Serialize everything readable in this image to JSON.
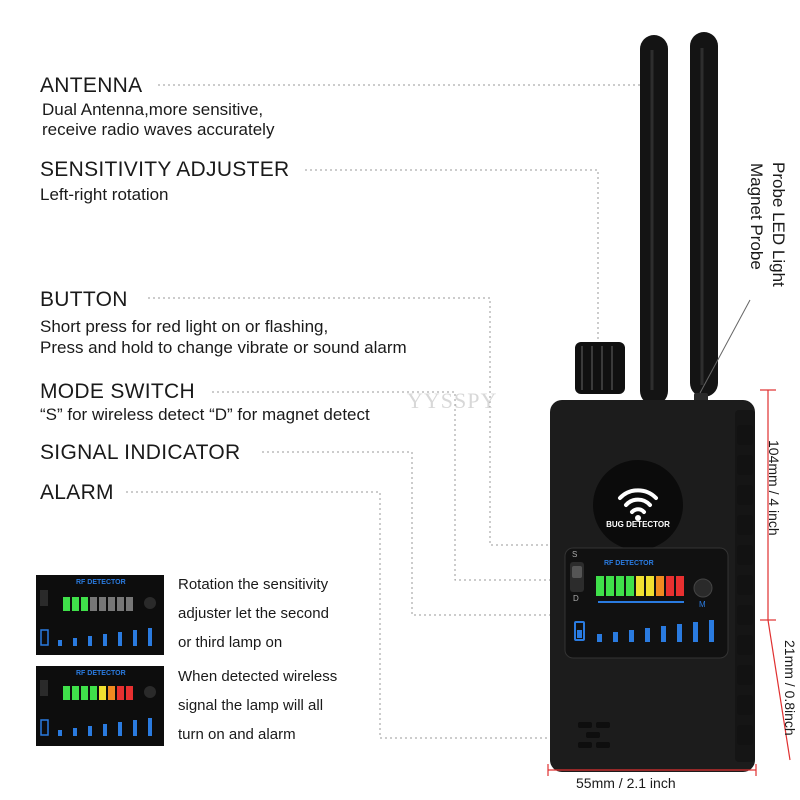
{
  "callouts": {
    "antenna": {
      "title": "ANTENNA",
      "line1": "Dual Antenna,more sensitive,",
      "line2": "receive radio waves accurately"
    },
    "sensitivity": {
      "title": "SENSITIVITY ADJUSTER",
      "line1": "Left-right rotation"
    },
    "button": {
      "title": "BUTTON",
      "line1": "Short press for red light on or flashing,",
      "line2": "Press and hold to change vibrate or sound alarm"
    },
    "mode": {
      "title": "MODE SWITCH",
      "line1": "“S” for wireless detect “D” for magnet detect"
    },
    "signal": {
      "title": "SIGNAL INDICATOR"
    },
    "alarm": {
      "title": "ALARM"
    }
  },
  "side_labels": {
    "magnet": "Magnet Probe",
    "probe_led": "Probe LED Light"
  },
  "watermark": "YYSSPY",
  "device": {
    "logo_text": "BUG DETECTOR",
    "panel_title": "RF DETECTOR",
    "switch_top": "S",
    "switch_bottom": "D",
    "button_label": "M",
    "mini_title_1": "RF DETECTOR",
    "mini_title_2": "RF DETECTOR"
  },
  "notes": {
    "example1": [
      "Rotation the sensitivity",
      "adjuster let the second",
      "or third lamp on"
    ],
    "example2": [
      "When detected wireless",
      "signal the lamp will all",
      "turn on and alarm"
    ]
  },
  "dimensions": {
    "height": "104mm / 4 inch",
    "depth": "21mm / 0.8inch",
    "width": "55mm / 2.1 inch"
  },
  "colors": {
    "device_body": "#1c1c1c",
    "led_green": "#3fe04a",
    "led_yellow": "#f0e030",
    "led_red": "#e83030",
    "bar_blue": "#2a7be0",
    "dim_line": "#e03030"
  }
}
